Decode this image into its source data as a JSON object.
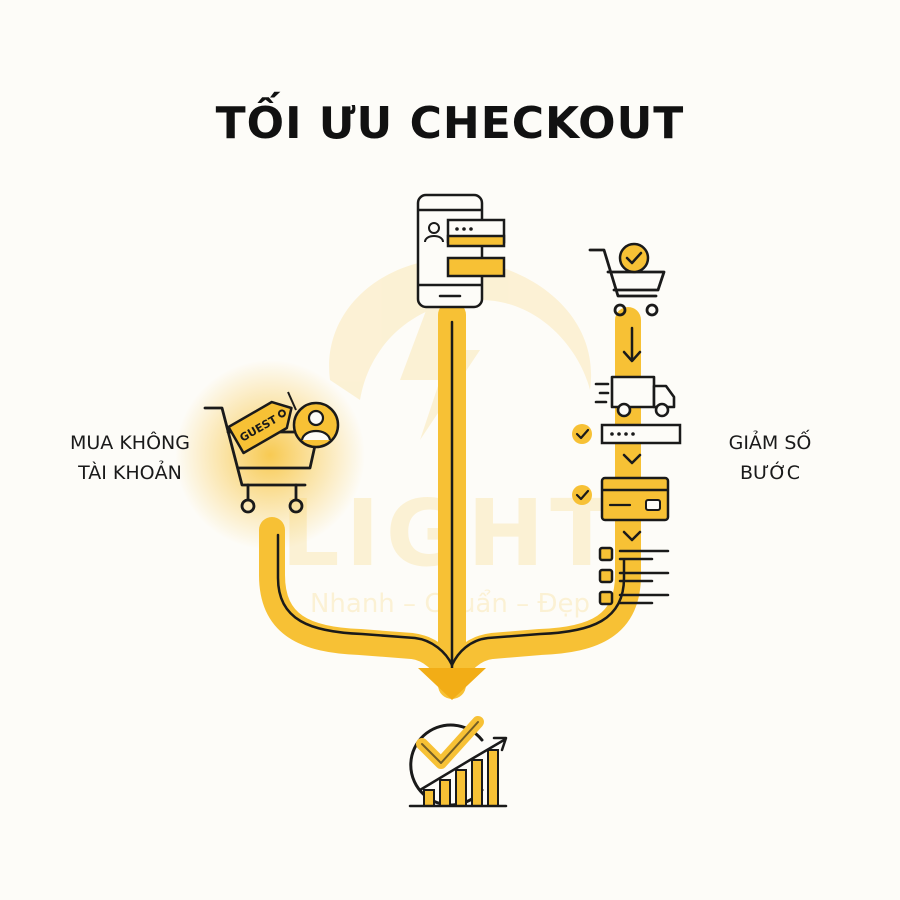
{
  "title": "TỐI ƯU CHECKOUT",
  "labels": {
    "guest_line1": "MUA KHÔNG",
    "guest_line2": "TÀI KHOẢN",
    "steps_line1": "GIẢM SỐ",
    "steps_line2": "BƯỚC"
  },
  "icons": {
    "guest_tag": "GUEST"
  },
  "watermark": {
    "brand": "LIGHT",
    "slogan": "Nhanh – Chuẩn – Đẹp"
  },
  "colors": {
    "accent": "#f7c135",
    "accent_dark": "#f2ad16",
    "ink": "#1a1a1a",
    "background": "#fdfcf8"
  }
}
